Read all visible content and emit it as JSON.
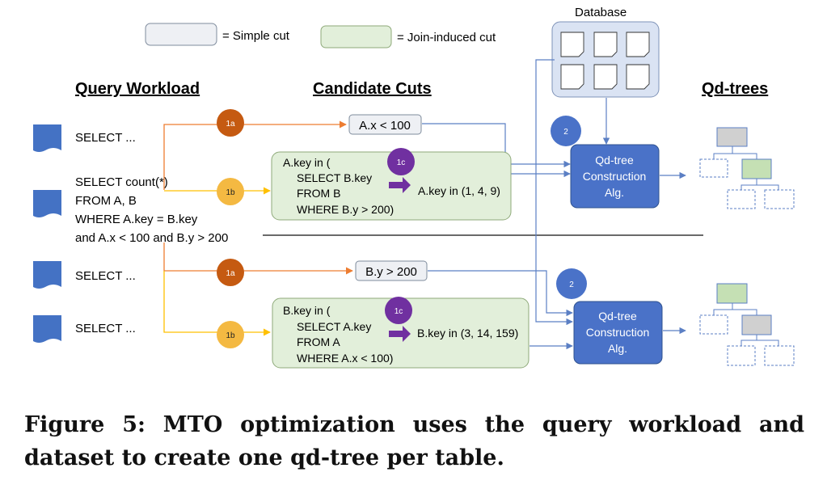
{
  "legend": {
    "simple_cut": "= Simple cut",
    "join_cut": "= Join-induced cut"
  },
  "colors": {
    "simple_fill": "#eef0f4",
    "join_fill": "#e2efda",
    "join_stroke": "#8faa7a",
    "blue_doc": "#4472c4",
    "blue_box": "#4a72c8",
    "orange_circle": "#c55a11",
    "yellow_circle": "#f4b942",
    "purple_circle": "#7030a0",
    "orange_line": "#ed7d31",
    "yellow_line": "#ffc000",
    "blue_line": "#5b7fc4",
    "tree_gray": "#d0d0d0",
    "tree_green": "#c5e0b4"
  },
  "headers": {
    "workload": "Query Workload",
    "candidates": "Candidate Cuts",
    "qdtrees": "Qd-trees"
  },
  "database": {
    "label": "Database"
  },
  "queries": {
    "q1": "SELECT ...",
    "q2_lines": [
      "SELECT count(*)",
      "FROM A, B",
      "WHERE A.key = B.key",
      "and A.x < 100 and B.y > 200"
    ],
    "q3": "SELECT ...",
    "q4": "SELECT ..."
  },
  "cuts": {
    "top_simple": "A.x < 100",
    "top_join_lines": [
      "A.key in (",
      "SELECT B.key",
      "FROM B",
      "WHERE B.y > 200)"
    ],
    "top_result": "A.key in (1, 4, 9)",
    "bottom_simple": "B.y > 200",
    "bottom_join_lines": [
      "B.key in (",
      "SELECT A.key",
      "FROM A",
      "WHERE A.x < 100)"
    ],
    "bottom_result": "B.key in (3, 14, 159)"
  },
  "steps": {
    "s1a": "1a",
    "s1b": "1b",
    "s1c": "1c",
    "s2": "2"
  },
  "construction": {
    "lines": [
      "Qd-tree",
      "Construction",
      "Alg."
    ]
  },
  "caption": {
    "line1": "Figure 5: MTO optimization uses the query workload and",
    "line2": "dataset to create one qd-tree per table."
  }
}
